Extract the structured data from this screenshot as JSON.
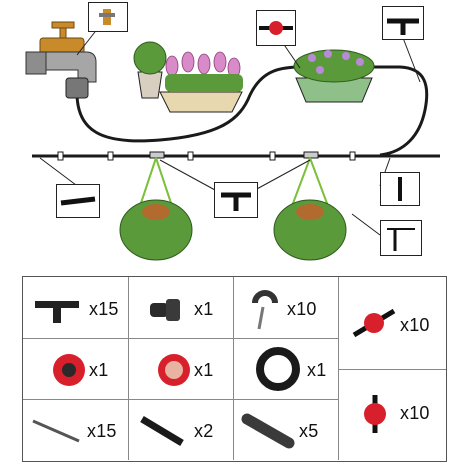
{
  "kit": {
    "components": [
      {
        "name": "tee-connector",
        "qty": "x15"
      },
      {
        "name": "end-cap",
        "qty": "x1"
      },
      {
        "name": "hose-clip-with-stake",
        "qty": "x10"
      },
      {
        "name": "inline-dripper",
        "qty": "x10"
      },
      {
        "name": "tap-adapter-red",
        "qty": "x1"
      },
      {
        "name": "filter-washer",
        "qty": "x1"
      },
      {
        "name": "tubing-coil",
        "qty": "x1"
      },
      {
        "name": "dripper-emitter",
        "qty": "x10"
      },
      {
        "name": "drip-stake",
        "qty": "x15"
      },
      {
        "name": "barbed-coupler",
        "qty": "x2"
      },
      {
        "name": "micro-tube-section",
        "qty": "x5"
      }
    ]
  },
  "colors": {
    "line": "#1a1a1a",
    "red": "#d8202c",
    "leaf": "#5a9a3a",
    "pot": "#b26a2e",
    "brass": "#c98a2a",
    "faucet": "#8d8d8d"
  }
}
